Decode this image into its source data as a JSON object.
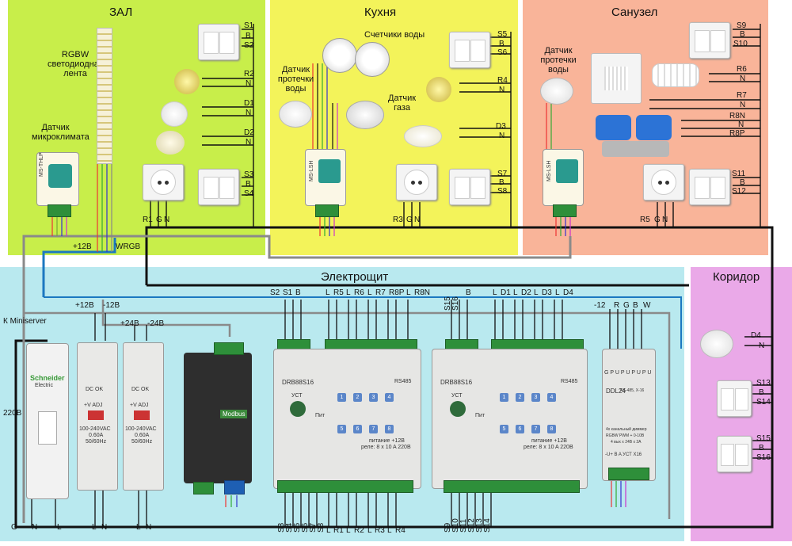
{
  "zones": {
    "zal": "ЗАЛ",
    "kuhnya": "Кухня",
    "sanuzel": "Санузел",
    "electroshit": "Электрощит",
    "koridor": "Коридор"
  },
  "zal": {
    "rgbw_label": [
      "RGBW",
      "светодиодная",
      "лента"
    ],
    "climate_label": [
      "Датчик",
      "микроклимата"
    ],
    "sensor_model": "MS-THLP",
    "sw1": [
      "S1",
      "B",
      "S2"
    ],
    "lamp_r2": [
      "R2",
      "N"
    ],
    "lamp_d1": [
      "D1",
      "N"
    ],
    "lamp_d2": [
      "D2",
      "N"
    ],
    "sw2": [
      "S3",
      "B",
      "S4"
    ],
    "socket": [
      "R1",
      "G",
      "N"
    ],
    "wire_12v": "+12В",
    "wire_wrgb": "WRGB"
  },
  "kuhnya": {
    "meters_label": "Счетчики воды",
    "leak_label": [
      "Датчик",
      "протечки",
      "воды"
    ],
    "gas_label": [
      "Датчик",
      "газа"
    ],
    "sw1": [
      "S5",
      "B",
      "S6"
    ],
    "lamp_r4": [
      "R4",
      "N"
    ],
    "lamp_d3": [
      "D3",
      "N"
    ],
    "sw2": [
      "S7",
      "B",
      "S8"
    ],
    "socket": [
      "R3",
      "G",
      "N"
    ],
    "module_model": "MS-LSH"
  },
  "sanuzel": {
    "leak_label": [
      "Датчик",
      "протечки",
      "воды"
    ],
    "sw1": [
      "S9",
      "B",
      "S10"
    ],
    "lamp_r6": [
      "R6",
      "N"
    ],
    "fan": [
      "R7",
      "N"
    ],
    "valves": [
      "R8N",
      "N",
      "R8P"
    ],
    "sw2": [
      "S11",
      "B",
      "S12"
    ],
    "socket": [
      "R5",
      "G",
      "N"
    ],
    "module_model": "MS-LSH"
  },
  "electroshit": {
    "k_miniserver": "К Miniserver",
    "v220": "220В",
    "psu1_top": [
      "+12В",
      "-12В"
    ],
    "psu2_top": [
      "+24В",
      "-24В"
    ],
    "gnl_bottom": [
      "G",
      "N",
      "L"
    ],
    "psu1_bottom": [
      "L",
      "N"
    ],
    "psu2_bottom": [
      "L",
      "N"
    ],
    "breaker_brand": "Schneider",
    "breaker_sub": "Electric",
    "psu_specs": [
      "DC OK",
      "+V ADJ",
      "100-240VAC",
      "0.60A",
      "50/60Hz"
    ],
    "modbus": "Modbus",
    "drb1_top": [
      "S2",
      "S1",
      "B",
      "L",
      "R5",
      "L",
      "R6",
      "L",
      "R7",
      "R8P",
      "L",
      "R8N"
    ],
    "drb1_bottom": [
      "S3",
      "S4",
      "S5",
      "S6",
      "S7",
      "S8",
      "L",
      "R1",
      "L",
      "R2",
      "L",
      "R3",
      "L",
      "R4"
    ],
    "drb2_top": [
      "S15",
      "S16",
      "B",
      "L",
      "D1",
      "L",
      "D2",
      "L",
      "D3",
      "L",
      "D4"
    ],
    "drb2_bottom": [
      "S9",
      "S10",
      "S11",
      "S12",
      "S13",
      "S14"
    ],
    "drb_model": "DRB88S16",
    "rs485": "RS485",
    "ust": "УСТ",
    "pit": "Пит",
    "buttons": [
      "1",
      "2",
      "3",
      "4",
      "5",
      "6",
      "7",
      "8"
    ],
    "drb_spec": [
      "питание +12В",
      "реле: 8 x 10 A 220В"
    ],
    "ddl_top": [
      "-12",
      "R",
      "G",
      "B",
      "W"
    ],
    "ddl_model": "DDL24",
    "ddl_protocol": "RS-485, X-16",
    "ddl_desc": [
      "4х канальный диммер",
      "RGBW PWM + 0-10В"
    ],
    "ddl_spec": "4 вых х 24В х 2А",
    "ddl_terms_top": "G P U P U P U P U",
    "ddl_terms_bottom": "-U+ B A УСТ X16"
  },
  "koridor": {
    "lamp_d4": [
      "D4",
      "N"
    ],
    "sw1": [
      "S13",
      "B",
      "S14"
    ],
    "sw2": [
      "S15",
      "B",
      "S16"
    ]
  },
  "colors": {
    "zal": "#c8ee4a",
    "kuhnya": "#f3f35a",
    "sanuzel": "#f9b499",
    "electroshit": "#b9e9ef",
    "koridor": "#eaa9e8",
    "bus_black": "#111111",
    "bus_blue": "#1b78c0",
    "bus_gray": "#8a8a8a"
  }
}
